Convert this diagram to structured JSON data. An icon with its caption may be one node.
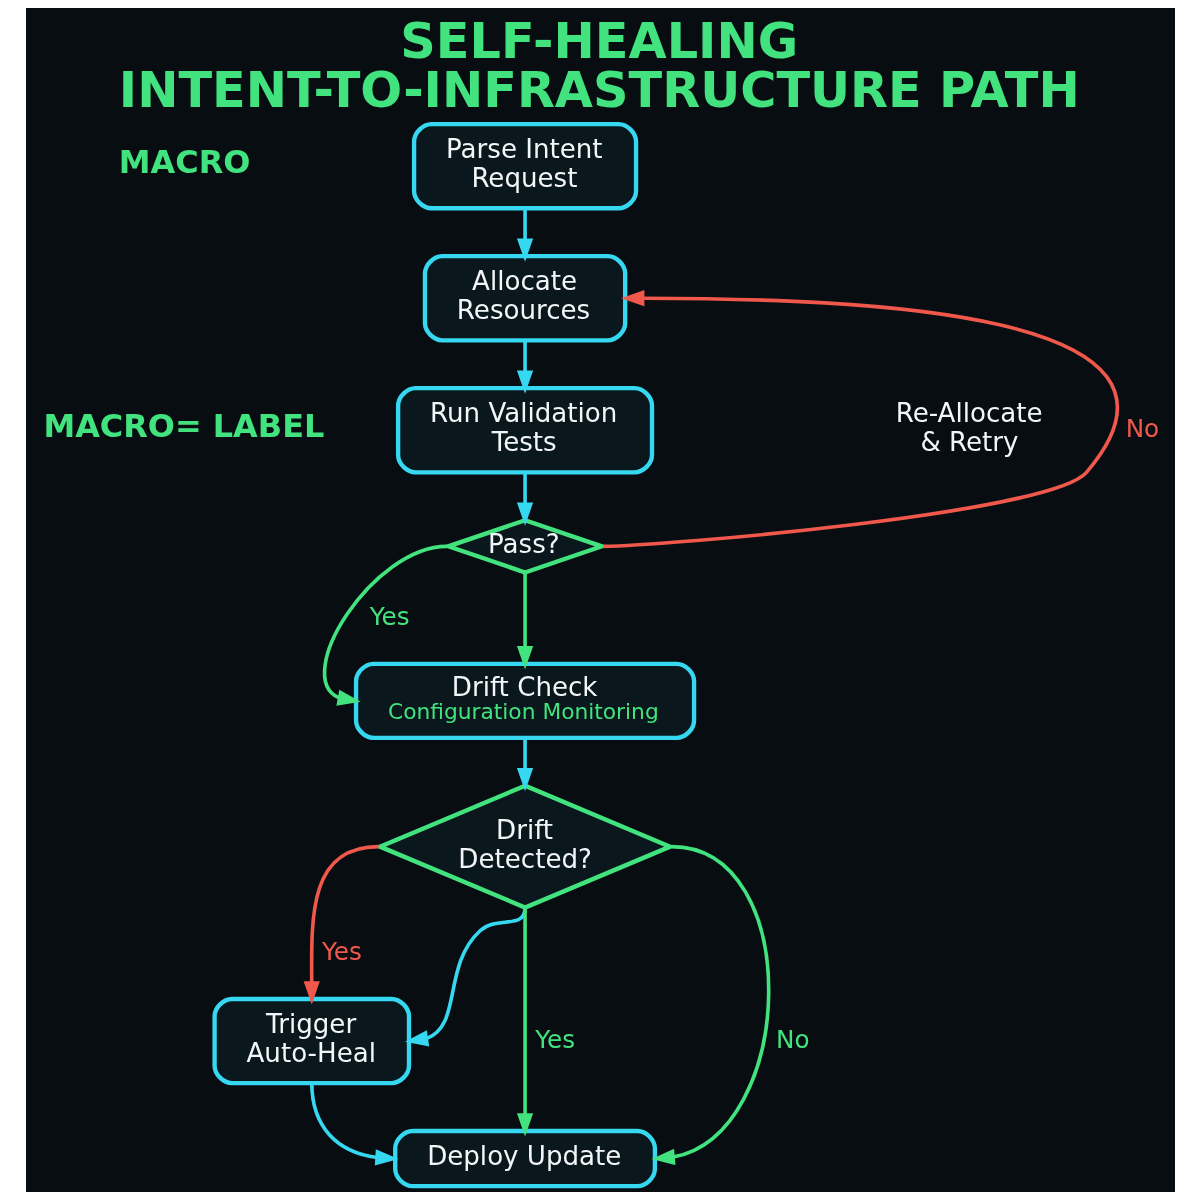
{
  "diagram": {
    "title": "SELF-HEALING INTENT-TO-INFRASTRUCTURE PATH",
    "nodes": [
      {
        "text": [
          "Parse Intent Request"
        ]
      },
      {
        "text": [
          "Allocate Resources"
        ]
      },
      {
        "text": [
          "Run Validation Tests"
        ]
      },
      {
        "text": [
          "Pass?"
        ]
      },
      {
        "text": [
          "Drift Check",
          "Configuration Monitoring"
        ]
      },
      {
        "text": [
          "Drift Detected?"
        ]
      },
      {
        "text": [
          "Trigger Auto-Heal"
        ]
      },
      {
        "text": [
          "Deploy Update"
        ]
      }
    ],
    "edges": [
      {
        "from": 0,
        "to": 1,
        "arrow": "to"
      },
      {
        "from": 1,
        "to": 2,
        "arrow": "to"
      },
      {
        "from": 2,
        "to": 3,
        "arrow": "to"
      },
      {
        "from": 3,
        "to": 4,
        "arrow": "to",
        "label": "Yes",
        "color": "#42e37f"
      },
      {
        "from": 3,
        "to": 4,
        "arrow": "to",
        "color": "#42e37f"
      },
      {
        "from": 3,
        "to": 1,
        "arrow": "to",
        "label": "No",
        "color": "#f0584c"
      },
      {
        "from": 4,
        "to": 5,
        "arrow": "to"
      },
      {
        "from": 5,
        "to": 6,
        "arrow": "to",
        "label": "Yes",
        "color": "#f0584c"
      },
      {
        "from": 5,
        "to": 7,
        "arrow": "to",
        "label": "No",
        "color": "#42e37f"
      },
      {
        "from": 5,
        "to": 7,
        "arrow": "to",
        "label": "Yes",
        "color": "#42e37f"
      },
      {
        "from": 5,
        "to": 6,
        "arrow": "to"
      },
      {
        "from": 6,
        "to": 7,
        "arrow": "to"
      }
    ],
    "labels": [
      "MACRO",
      "MACRO= LABEL",
      "Re-Allocate & Retry"
    ]
  }
}
